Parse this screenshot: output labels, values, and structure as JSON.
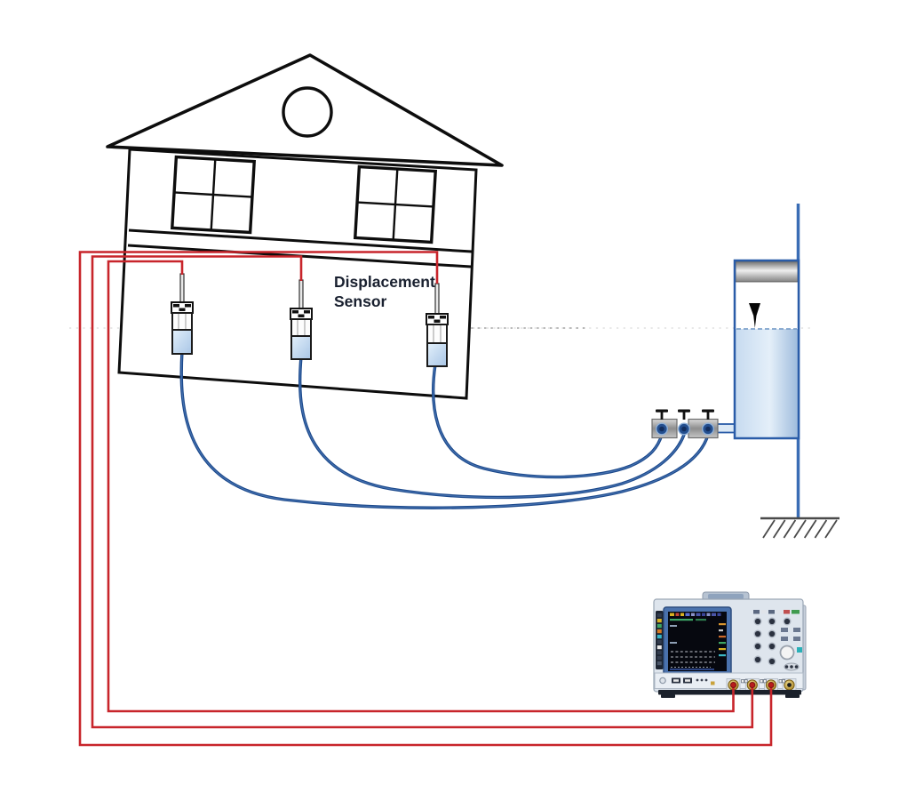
{
  "labels": {
    "displacement_sensor": {
      "line1": "Displacement",
      "line2": "Sensor"
    }
  },
  "diagram": {
    "description_of_depicted_scene": "Tilted two-story house fitted with three displacement sensors; red signal wires run from each sensor to oscilloscope inputs; dark blue hydraulic tubes run from each sensor to a bank of three shut-off valves feeding a water reservoir mounted on a post fixed to the ground; a dashed gray reference level line runs from the sensors to the water surface in the reservoir",
    "house": {
      "stories": 2,
      "square_windows": 2,
      "round_windows": 1
    },
    "sensors": [
      {
        "id": "sensor-1",
        "position": "left"
      },
      {
        "id": "sensor-2",
        "position": "middle"
      },
      {
        "id": "sensor-3",
        "position": "right"
      }
    ],
    "valves": [
      {
        "id": "valve-1",
        "position": "left"
      },
      {
        "id": "valve-2",
        "position": "middle"
      },
      {
        "id": "valve-3",
        "position": "right"
      }
    ],
    "tank": {
      "type": "water-reservoir",
      "has_level_marker": true,
      "mounted_on": "grounded-post"
    },
    "oscilloscope": {
      "bnc_inputs": 4,
      "connected_probes": 3
    },
    "connections": {
      "red_wires": [
        {
          "from": "sensor-1",
          "to": "oscilloscope-input-1"
        },
        {
          "from": "sensor-2",
          "to": "oscilloscope-input-2"
        },
        {
          "from": "sensor-3",
          "to": "oscilloscope-input-3"
        }
      ],
      "blue_tubes": [
        {
          "from": "sensor-1",
          "to": "valve-3"
        },
        {
          "from": "sensor-2",
          "to": "valve-2"
        },
        {
          "from": "sensor-3",
          "to": "valve-1"
        }
      ],
      "pipes": [
        {
          "from": "valve-3",
          "to": "tank"
        }
      ]
    }
  },
  "colors": {
    "wire_red": "#c8252b",
    "tube_blue": "#1d4a8c",
    "tank_outline": "#2a5ca8",
    "water_light": "#cfe0f2",
    "pole_blue": "#3a6db5",
    "house_line": "#0d0d0d",
    "label_text": "#19202f",
    "valve_gray": "#a9a9a9",
    "scope_body": "#dee5ed",
    "screen_bg": "#06080f",
    "bnc_gold": "#c2992f",
    "reference_gray": "#b5b5b5"
  }
}
